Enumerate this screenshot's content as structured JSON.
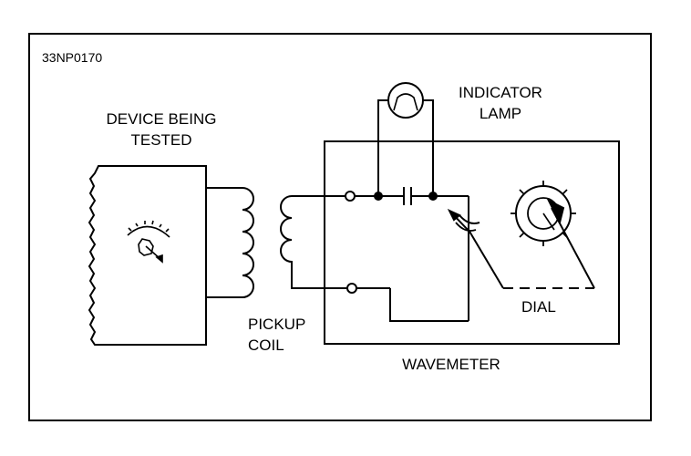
{
  "figure_id": "33NP0170",
  "labels": {
    "device_line1": "DEVICE BEING",
    "device_line2": "TESTED",
    "indicator_line1": "INDICATOR",
    "indicator_line2": "LAMP",
    "pickup_line1": "PICKUP",
    "pickup_line2": "COIL",
    "dial": "DIAL",
    "wavemeter": "WAVEMETER"
  }
}
